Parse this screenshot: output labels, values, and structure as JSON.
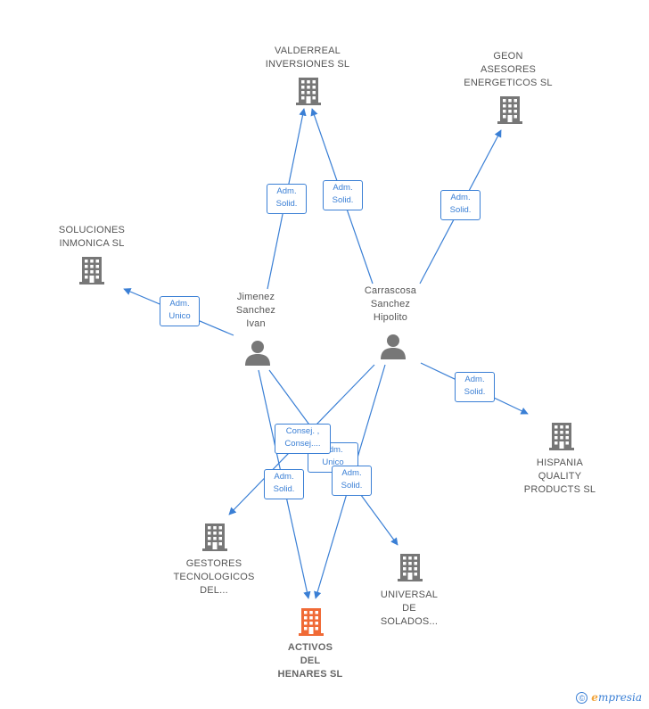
{
  "colors": {
    "edge": "#3a7fd5",
    "icon": "#777777",
    "focus_icon": "#f06a36"
  },
  "nodes": {
    "valderreal": {
      "label": "VALDERREAL\nINVERSIONES SL",
      "kind": "company"
    },
    "geon": {
      "label": "GEON\nASESORES\nENERGETICOS SL",
      "kind": "company"
    },
    "soluciones": {
      "label": "SOLUCIONES\nINMONICA  SL",
      "kind": "company"
    },
    "jimenez": {
      "label": "Jimenez\nSanchez\nIvan",
      "kind": "person"
    },
    "carrascosa": {
      "label": "Carrascosa\nSanchez\nHipolito",
      "kind": "person"
    },
    "hispania": {
      "label": "HISPANIA\nQUALITY\nPRODUCTS SL",
      "kind": "company"
    },
    "gestores": {
      "label": "GESTORES\nTECNOLOGICOS\nDEL...",
      "kind": "company"
    },
    "universal": {
      "label": "UNIVERSAL\nDE\nSOLADOS...",
      "kind": "company"
    },
    "activos": {
      "label": "ACTIVOS\nDEL\nHENARES  SL",
      "kind": "focus"
    }
  },
  "edges": [
    {
      "label": "Adm.\nSolid."
    },
    {
      "label": "Adm.\nSolid."
    },
    {
      "label": "Adm.\nSolid."
    },
    {
      "label": "Adm.\nUnico"
    },
    {
      "label": "Adm.\nSolid."
    },
    {
      "label": "Consej. ,\nConsej...."
    },
    {
      "label": "Adm.\nUnico"
    },
    {
      "label": "Adm.\nSolid."
    },
    {
      "label": "Adm.\nSolid."
    }
  ],
  "footer": {
    "copyright": "©",
    "brand_e": "e",
    "brand_rest": "mpresia"
  }
}
